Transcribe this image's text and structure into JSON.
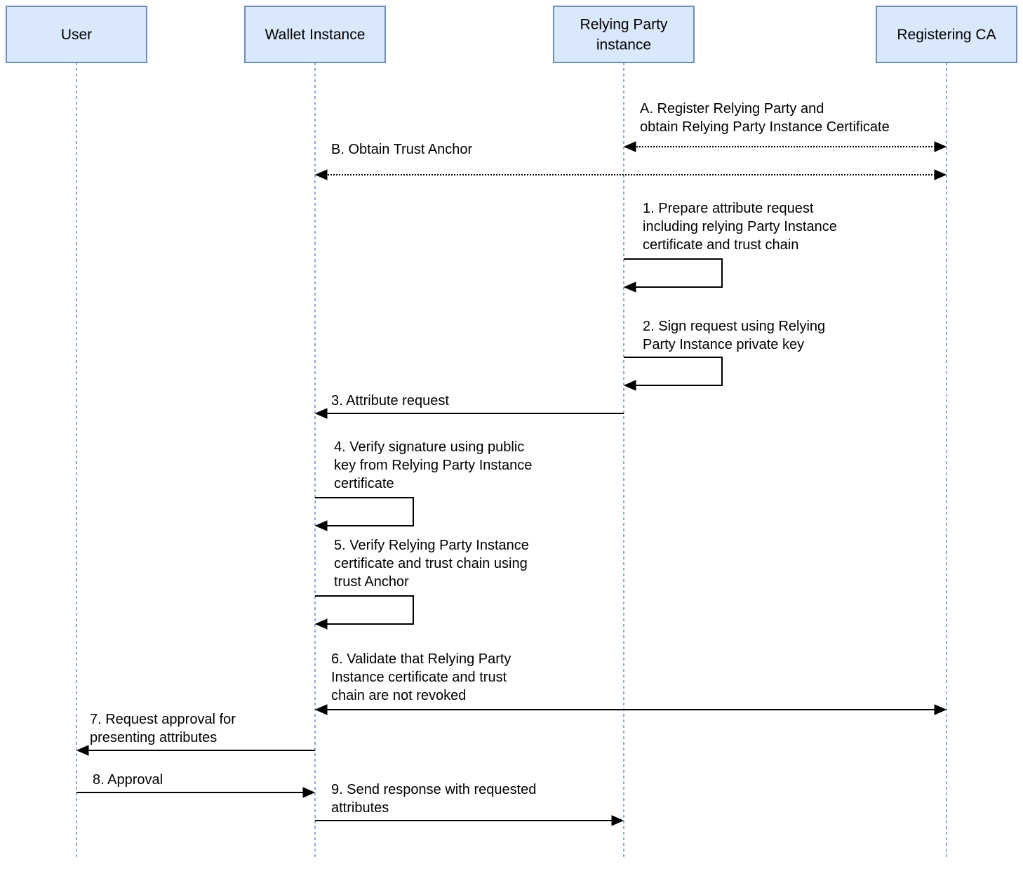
{
  "participants": [
    {
      "id": "user",
      "label": [
        "User"
      ]
    },
    {
      "id": "wallet",
      "label": [
        "Wallet Instance"
      ]
    },
    {
      "id": "rp",
      "label": [
        "Relying Party",
        "instance"
      ]
    },
    {
      "id": "ca",
      "label": [
        "Registering CA"
      ]
    }
  ],
  "messages": [
    {
      "id": "msg-a",
      "kind": "both",
      "style": "dotted",
      "from": "rp",
      "to": "ca",
      "label": [
        "A. Register Relying Party and",
        "obtain Relying Party Instance Certificate"
      ]
    },
    {
      "id": "msg-b",
      "kind": "both",
      "style": "dotted",
      "from": "wallet",
      "to": "ca",
      "label": [
        "B. Obtain Trust Anchor"
      ]
    },
    {
      "id": "msg-1",
      "kind": "self",
      "style": "solid",
      "from": "rp",
      "to": "rp",
      "label": [
        "1. Prepare attribute request",
        "including relying Party Instance",
        "certificate and trust chain"
      ]
    },
    {
      "id": "msg-2",
      "kind": "self",
      "style": "solid",
      "from": "rp",
      "to": "rp",
      "label": [
        "2. Sign request using Relying",
        "Party Instance private key"
      ]
    },
    {
      "id": "msg-3",
      "kind": "left",
      "style": "solid",
      "from": "rp",
      "to": "wallet",
      "label": [
        "3. Attribute request"
      ]
    },
    {
      "id": "msg-4",
      "kind": "self",
      "style": "solid",
      "from": "wallet",
      "to": "wallet",
      "label": [
        "4. Verify signature using public",
        "key from Relying Party Instance",
        "certificate"
      ]
    },
    {
      "id": "msg-5",
      "kind": "self",
      "style": "solid",
      "from": "wallet",
      "to": "wallet",
      "label": [
        "5. Verify Relying Party Instance",
        "certificate and trust chain using",
        "trust Anchor"
      ]
    },
    {
      "id": "msg-6",
      "kind": "both",
      "style": "solid",
      "from": "wallet",
      "to": "ca",
      "label": [
        "6. Validate that Relying Party",
        "Instance certificate and trust",
        "chain are not revoked"
      ]
    },
    {
      "id": "msg-7",
      "kind": "left",
      "style": "solid",
      "from": "wallet",
      "to": "user",
      "label": [
        "7. Request approval for",
        "presenting attributes"
      ]
    },
    {
      "id": "msg-8",
      "kind": "right",
      "style": "solid",
      "from": "user",
      "to": "wallet",
      "label": [
        "8. Approval"
      ]
    },
    {
      "id": "msg-9",
      "kind": "right",
      "style": "solid",
      "from": "wallet",
      "to": "rp",
      "label": [
        "9. Send response with requested",
        "attributes"
      ]
    }
  ]
}
